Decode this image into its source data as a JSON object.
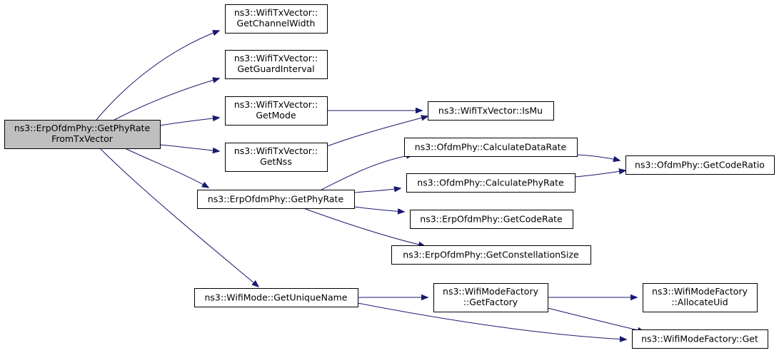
{
  "colors": {
    "edge": "#191970",
    "node_border": "#000000",
    "node_fill": "#ffffff",
    "root_fill": "#bfbfbf",
    "text": "#000000"
  },
  "nodes": [
    {
      "id": "root",
      "lines": [
        "ns3::ErpOfdmPhy::GetPhyRate",
        "FromTxVector"
      ],
      "root": true
    },
    {
      "id": "getChannelWidth",
      "lines": [
        "ns3::WifiTxVector::",
        "GetChannelWidth"
      ]
    },
    {
      "id": "getGuardInterval",
      "lines": [
        "ns3::WifiTxVector::",
        "GetGuardInterval"
      ]
    },
    {
      "id": "getMode",
      "lines": [
        "ns3::WifiTxVector::",
        "GetMode"
      ]
    },
    {
      "id": "getNss",
      "lines": [
        "ns3::WifiTxVector::",
        "GetNss"
      ]
    },
    {
      "id": "isMu",
      "lines": [
        "ns3::WifiTxVector::IsMu"
      ]
    },
    {
      "id": "getPhyRate",
      "lines": [
        "ns3::ErpOfdmPhy::GetPhyRate"
      ]
    },
    {
      "id": "calcDataRate",
      "lines": [
        "ns3::OfdmPhy::CalculateDataRate"
      ]
    },
    {
      "id": "calcPhyRate",
      "lines": [
        "ns3::OfdmPhy::CalculatePhyRate"
      ]
    },
    {
      "id": "getCodeRatio",
      "lines": [
        "ns3::OfdmPhy::GetCodeRatio"
      ]
    },
    {
      "id": "getCodeRate",
      "lines": [
        "ns3::ErpOfdmPhy::GetCodeRate"
      ]
    },
    {
      "id": "getConstSize",
      "lines": [
        "ns3::ErpOfdmPhy::GetConstellationSize"
      ]
    },
    {
      "id": "getUniqueName",
      "lines": [
        "ns3::WifiMode::GetUniqueName"
      ]
    },
    {
      "id": "getFactory",
      "lines": [
        "ns3::WifiModeFactory",
        "::GetFactory"
      ]
    },
    {
      "id": "allocateUid",
      "lines": [
        "ns3::WifiModeFactory",
        "::AllocateUid"
      ]
    },
    {
      "id": "factoryGet",
      "lines": [
        "ns3::WifiModeFactory::Get"
      ]
    }
  ],
  "edges": [
    {
      "from": "root",
      "to": "getChannelWidth"
    },
    {
      "from": "root",
      "to": "getGuardInterval"
    },
    {
      "from": "root",
      "to": "getMode"
    },
    {
      "from": "root",
      "to": "getNss"
    },
    {
      "from": "root",
      "to": "getPhyRate"
    },
    {
      "from": "root",
      "to": "getUniqueName"
    },
    {
      "from": "getMode",
      "to": "isMu"
    },
    {
      "from": "getNss",
      "to": "isMu"
    },
    {
      "from": "getPhyRate",
      "to": "calcDataRate"
    },
    {
      "from": "getPhyRate",
      "to": "calcPhyRate"
    },
    {
      "from": "getPhyRate",
      "to": "getCodeRate"
    },
    {
      "from": "getPhyRate",
      "to": "getConstSize"
    },
    {
      "from": "calcDataRate",
      "to": "getCodeRatio"
    },
    {
      "from": "calcPhyRate",
      "to": "getCodeRatio"
    },
    {
      "from": "getUniqueName",
      "to": "getFactory"
    },
    {
      "from": "getUniqueName",
      "to": "factoryGet"
    },
    {
      "from": "getFactory",
      "to": "allocateUid"
    },
    {
      "from": "getFactory",
      "to": "factoryGet"
    }
  ]
}
